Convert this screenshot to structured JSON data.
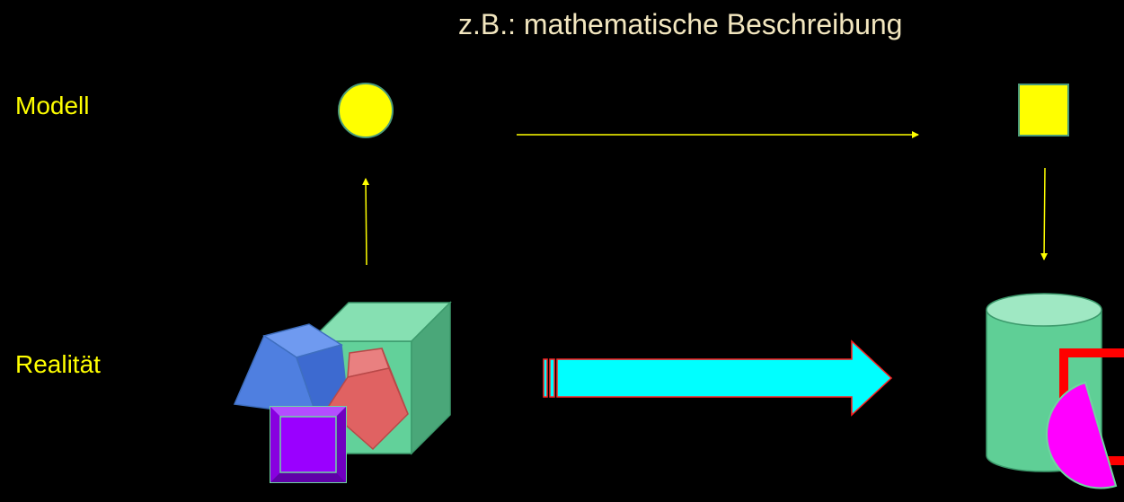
{
  "caption": "z.B.: mathematische Beschreibung",
  "labels": {
    "model": "Modell",
    "reality": "Realität"
  },
  "colors": {
    "background": "#000000",
    "caption_text": "#f2e6bf",
    "label_text": "#ffff00",
    "model_shapes": "#ffff00",
    "model_outline": "#4a9a7a",
    "arrow_lines": "#ffff00",
    "block_arrow_fill": "#00ffff",
    "block_arrow_outline": "#ff2020",
    "cube_green": "#6fd6a0",
    "cube_blue": "#4f7fe0",
    "cube_red": "#e06262",
    "cube_purple": "#9a00ff",
    "cylinder": "#6fd6a0",
    "frame_red": "#ff0000",
    "pie_magenta": "#ff00ff"
  }
}
